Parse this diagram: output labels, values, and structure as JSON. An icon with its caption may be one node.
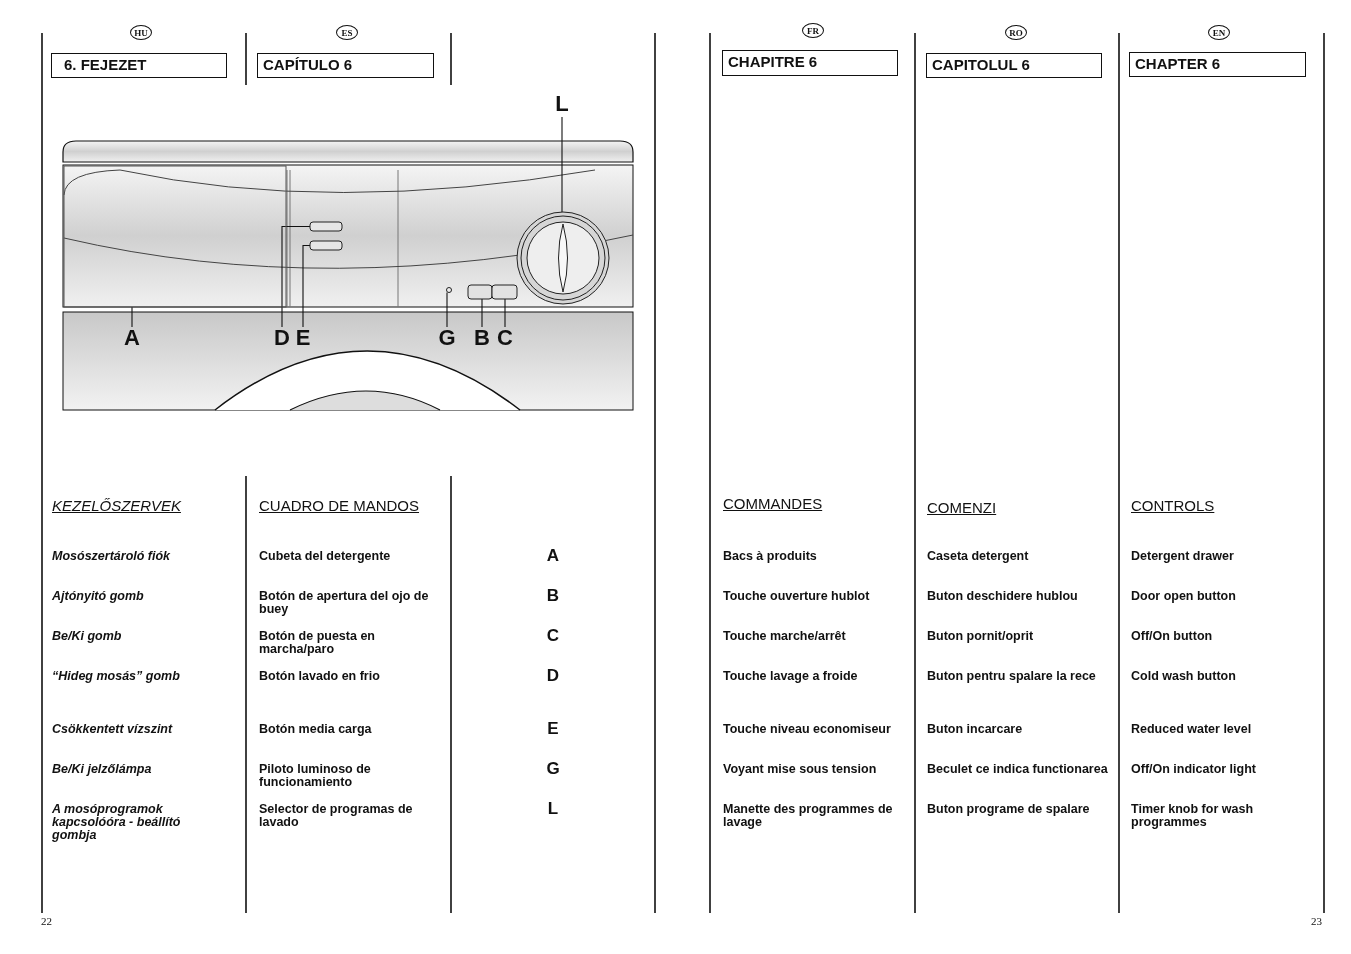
{
  "diagram": {
    "nodes": [
      {
        "text": [
          "HU"
        ]
      },
      {
        "text": [
          "ES"
        ]
      },
      {
        "text": [
          "FR"
        ]
      },
      {
        "text": [
          "RO"
        ]
      },
      {
        "text": [
          "EN"
        ]
      },
      {
        "text": [
          "6. FEJEZET"
        ]
      },
      {
        "text": [
          "CAPÍTULO 6"
        ]
      },
      {
        "text": [
          "CHAPITRE 6"
        ]
      },
      {
        "text": [
          "CAPITOLUL 6"
        ]
      },
      {
        "text": [
          "CHAPTER 6"
        ]
      },
      {
        "text": [
          "L"
        ]
      },
      {
        "text": [],
        "shape": "circle"
      },
      {
        "text": [],
        "shape": "box"
      },
      {
        "text": [],
        "shape": "box"
      },
      {
        "text": [],
        "shape": "box"
      },
      {
        "text": [],
        "shape": "circle"
      },
      {
        "text": [],
        "shape": "box"
      },
      {
        "text": [],
        "shape": "box"
      },
      {
        "text": [
          "A"
        ]
      },
      {
        "text": [
          "D"
        ]
      },
      {
        "text": [
          "E"
        ]
      },
      {
        "text": [
          "G"
        ]
      },
      {
        "text": [
          "B"
        ]
      },
      {
        "text": [
          "C"
        ]
      }
    ],
    "edges": [
      {
        "from": 10,
        "to": 11,
        "arrow": "none"
      },
      {
        "from": 18,
        "to": 12,
        "arrow": "none"
      },
      {
        "from": 19,
        "to": 13,
        "arrow": "none"
      },
      {
        "from": 20,
        "to": 14,
        "arrow": "none"
      },
      {
        "from": 21,
        "to": 15,
        "arrow": "none"
      },
      {
        "from": 22,
        "to": 16,
        "arrow": "none"
      },
      {
        "from": 23,
        "to": 17,
        "arrow": "none"
      }
    ],
    "labels": [
      "KEZELŐSZERVEK",
      "CUADRO DE MANDOS",
      "Mosószertároló fiók",
      "Cubeta del detergente",
      "A",
      "Ajtónyitó gomb",
      "Botón de apertura del ojo de buey",
      "B",
      "Be/Ki gomb",
      "Botón de puesta en marcha/paro",
      "C",
      "“Hideg mosás” gomb",
      "Botón lavado en frio",
      "D",
      "Csökkentett vízszint",
      "Botón media carga",
      "E",
      "Be/Ki jelzőlámpa",
      "Piloto luminoso de funcionamiento",
      "G",
      "A mosóprogramok kapcsolóóra - beállító gombja",
      "Selector de programas de lavado",
      "L",
      "COMMANDES",
      "COMENZI",
      "CONTROLS",
      "Bacs à produits",
      "Caseta detergent",
      "Detergent drawer",
      "Touche ouverture hublot",
      "Buton deschidere hublou",
      "Door open button",
      "Touche marche/arrêt",
      "Buton pornit/oprit",
      "Off/On button",
      "Touche lavage a froide",
      "Buton pentru spalare la rece",
      "Cold wash button",
      "Touche niveau economiseur",
      "Buton incarcare",
      "Reduced water level",
      "Voyant mise sous tension",
      "Beculet ce indica functionarea",
      "Off/On indicator light",
      "Manette des programmes de lavage",
      "Buton programe de spalare",
      "Timer knob for wash programmes",
      "22",
      "23"
    ]
  }
}
